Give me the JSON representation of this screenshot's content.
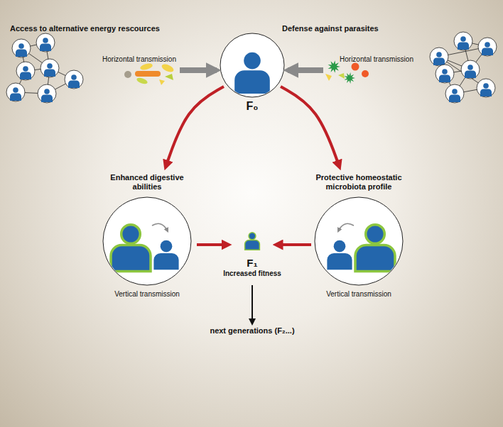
{
  "diagram": {
    "nodes": [
      {
        "text": [
          "Access to alternative energy rescources",
          "Horizontal transmission"
        ]
      },
      {
        "text": [
          "Defense against parasites",
          "Horizontal transmission"
        ]
      },
      {
        "text": [
          "F₀"
        ]
      },
      {
        "text": [
          "Enhanced digestive abilities",
          "Vertical transmission"
        ]
      },
      {
        "text": [
          "Protective homeostatic microbiota profile",
          "Vertical transmission"
        ]
      },
      {
        "text": [
          "F₁",
          "Increased fitness"
        ]
      },
      {
        "text": [
          "next generations (F₂...)"
        ]
      }
    ],
    "edges": [
      {
        "from": 0,
        "to": 2,
        "arrow": "to"
      },
      {
        "from": 1,
        "to": 2,
        "arrow": "to"
      },
      {
        "from": 2,
        "to": 3,
        "arrow": "to"
      },
      {
        "from": 2,
        "to": 4,
        "arrow": "to"
      },
      {
        "from": 3,
        "to": 5,
        "arrow": "to"
      },
      {
        "from": 4,
        "to": 5,
        "arrow": "to"
      },
      {
        "from": 5,
        "to": 6,
        "arrow": "to"
      }
    ]
  }
}
